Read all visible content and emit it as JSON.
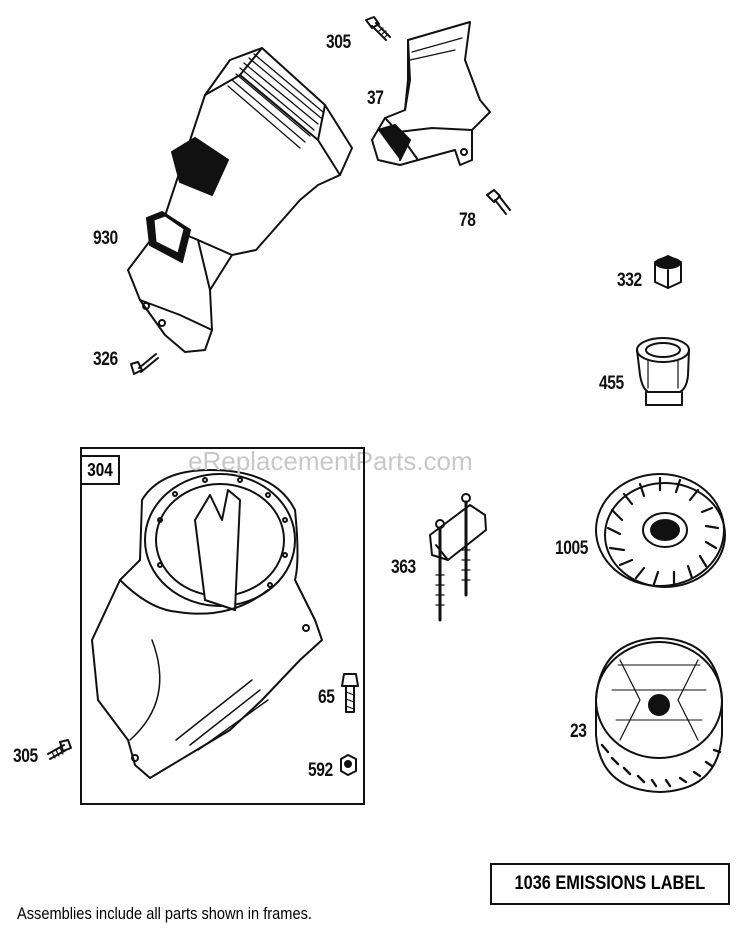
{
  "watermark": "eReplacementParts.com",
  "frame_label": "304",
  "emissions_label": "1036 EMISSIONS LABEL",
  "footer_note": "Assemblies include all parts shown in frames.",
  "parts": {
    "p305_top": "305",
    "p37": "37",
    "p930": "930",
    "p78": "78",
    "p332": "332",
    "p326": "326",
    "p455": "455",
    "p363": "363",
    "p1005": "1005",
    "p65": "65",
    "p23": "23",
    "p305_bottom": "305",
    "p592": "592"
  }
}
